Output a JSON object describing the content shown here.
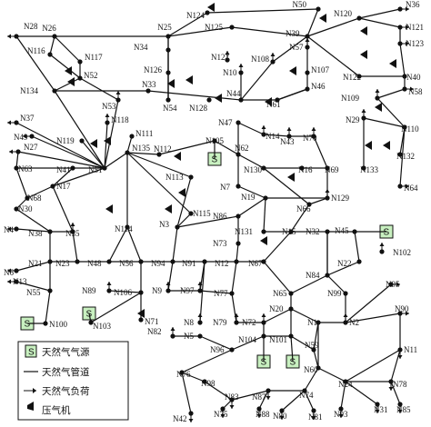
{
  "legend": {
    "source_glyph": "S",
    "source_label": "天然气气源",
    "pipe_label": "天然气管道",
    "load_label": "天然气负荷",
    "compressor_label": "压气机"
  },
  "source_glyph": "S",
  "node_labels": [
    "N28",
    "N26",
    "N25",
    "N124",
    "N50",
    "N120",
    "N36",
    "N121",
    "N123",
    "N116",
    "N117",
    "N34",
    "N125",
    "N39",
    "N57",
    "N126",
    "N127",
    "N10",
    "N108",
    "N107",
    "N46",
    "N122",
    "N40",
    "N52",
    "N134",
    "N53",
    "N33",
    "N54",
    "N128",
    "N44",
    "N61",
    "N58",
    "N109",
    "N37",
    "N49",
    "N118",
    "N27",
    "N119",
    "N111",
    "N135",
    "N47",
    "N14",
    "N43",
    "N70",
    "N29",
    "N110",
    "N63",
    "N41",
    "N51",
    "N112",
    "N105",
    "N62",
    "N130",
    "N16",
    "N69",
    "N133",
    "N132",
    "N17",
    "N113",
    "N7",
    "N66",
    "N64",
    "N68",
    "N30",
    "N115",
    "N19",
    "N129",
    "N3",
    "N86",
    "N4",
    "N38",
    "N35",
    "N114",
    "N73",
    "N131",
    "N15",
    "N32",
    "N45",
    "N102",
    "N6",
    "N21",
    "N23",
    "N48",
    "N56",
    "N94",
    "N91",
    "N12",
    "N67",
    "N22",
    "N84",
    "N13",
    "N89",
    "N106",
    "N9",
    "N97",
    "N77",
    "N65",
    "N99",
    "N95",
    "N55",
    "N71",
    "N103",
    "N100",
    "N8",
    "N79",
    "N72",
    "N20",
    "N1",
    "N2",
    "N90",
    "N82",
    "N5",
    "N96",
    "N104",
    "N101",
    "N59",
    "N11",
    "N76",
    "N98",
    "N60",
    "N24",
    "N78",
    "N83",
    "N87",
    "N74",
    "N81",
    "N42",
    "N75",
    "N88",
    "N80",
    "N93",
    "N31",
    "N85"
  ]
}
